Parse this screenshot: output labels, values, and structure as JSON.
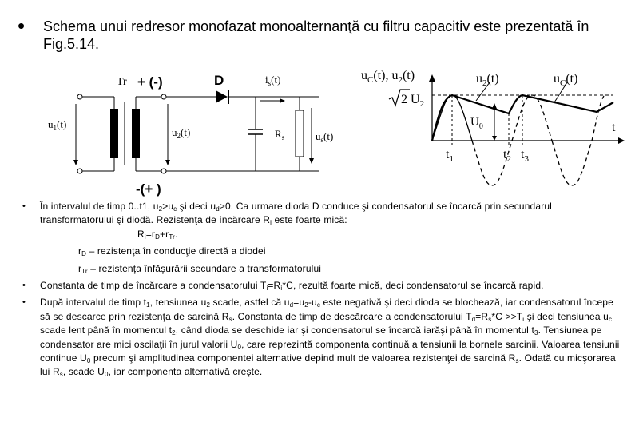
{
  "title": {
    "bullet": "•",
    "text": "Schema unui redresor monofazat monoalternanţă cu filtru capacitiv este prezentată în Fig.5.14."
  },
  "circuit": {
    "tr": "Tr",
    "polarity_top": "+ (-)",
    "polarity_bottom": "-(+ )",
    "diode": "D",
    "u1": "u",
    "u1_sub": "1",
    "u1_end": "(t)",
    "u2": "u",
    "u2_sub": "2",
    "u2_end": "(t)",
    "is": "i",
    "is_sub": "s",
    "is_end": "(t)",
    "rs": "R",
    "rs_sub": "s",
    "us": "u",
    "us_sub": "s",
    "us_end": "(t)"
  },
  "waveform": {
    "axis_label": "u",
    "axis_label_sub1": "C",
    "axis_label_mid": "(t), u",
    "axis_label_sub2": "2",
    "axis_label_end": "(t)",
    "u2_label": "u",
    "u2_label_sub": "2",
    "u2_label_end": "(t)",
    "uc_label": "u",
    "uc_label_sub": "C",
    "uc_label_end": "(t)",
    "amp_prefix": "2",
    "amp_U": "U",
    "amp_sub": "2",
    "u0": "U",
    "u0_sub": "0",
    "t_axis": "t",
    "t1": "t",
    "t1_sub": "1",
    "t2": "t",
    "t2_sub": "2",
    "t3": "t",
    "t3_sub": "3"
  },
  "body": {
    "p1": {
      "a": "În intervalul de timp 0..t1, u",
      "a_sub": "2",
      "b": ">u",
      "b_sub": "c",
      "c": " şi deci u",
      "c_sub": "d",
      "d": ">0. Ca urmare dioda D conduce şi condensatorul se încarcă prin secundarul transformatorului şi diodă. Rezistenţa de încărcare R",
      "d_sub": "i",
      "e": " este foarte mică:"
    },
    "formula": {
      "a": "R",
      "a_sub": "i",
      "b": "=r",
      "b_sub": "D",
      "c": "+r",
      "c_sub": "Tr",
      "d": "."
    },
    "r1": {
      "a": "r",
      "a_sub": "D",
      "b": " – rezistenţa în conducţie directă a diodei"
    },
    "r2": {
      "a": "r",
      "a_sub": "Tr",
      "b": " – rezistenţa înfăşurării secundare a transformatorului"
    },
    "p2": {
      "a": "Constanta de timp de încărcare a condensatorului T",
      "a_sub": "i",
      "b": "=R",
      "b_sub": "i",
      "c": "*C, rezultă foarte mică, deci condensatorul se încarcă rapid."
    },
    "p3": {
      "a": "După intervalul de timp t",
      "a_sub": "1",
      "b": ", tensiunea u",
      "b_sub": "2",
      "c": " scade, astfel că u",
      "c_sub": "d",
      "d": "=u",
      "d_sub": "2",
      "e": "-u",
      "e_sub": "c",
      "f": " este negativă şi deci dioda se blochează, iar condensatorul începe să se descarce prin rezistenţa de sarcină R",
      "f_sub": "s",
      "g": ". Constanta de timp de descărcare a condensatorului T",
      "g_sub": "d",
      "h": "=R",
      "h_sub": "s",
      "i": "*C >>T",
      "i_sub": "i",
      "j": " şi deci tensiunea u",
      "j_sub": "c",
      "k": " scade lent până în momentul t",
      "k_sub": "2",
      "l": ", când dioda se deschide iar şi condensatorul se încarcă iarăşi până în momentul t",
      "l_sub": "3",
      "m": ". Tensiunea pe condensator are mici oscilaţii în jurul valorii U",
      "m_sub": "0",
      "n": ", care reprezintă componenta continuă a tensiunii la bornele sarcinii. Valoarea tensiunii continue U",
      "n_sub": "0",
      "o": " precum şi amplitudinea componentei alternative depind mult de valoarea rezistenţei de sarcină R",
      "o_sub": "s",
      "p": ". Odată cu micşorarea lui R",
      "p_sub": "s",
      "q": ", scade U",
      "q_sub": "0",
      "r": ", iar componenta alternativă creşte."
    }
  }
}
